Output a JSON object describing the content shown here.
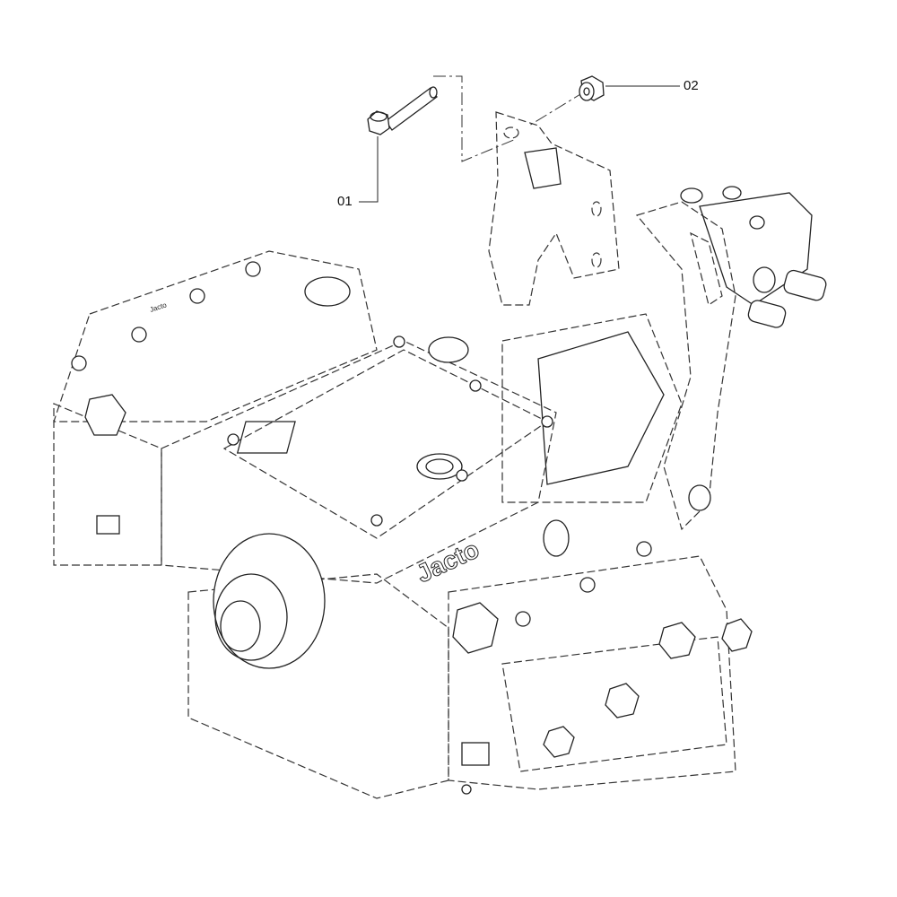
{
  "callouts": [
    {
      "id": "01",
      "label": "01"
    },
    {
      "id": "02",
      "label": "02"
    }
  ],
  "logos": [
    "Jacto",
    "Jacto"
  ],
  "colors": {
    "line": "#222222",
    "background": "#ffffff"
  }
}
